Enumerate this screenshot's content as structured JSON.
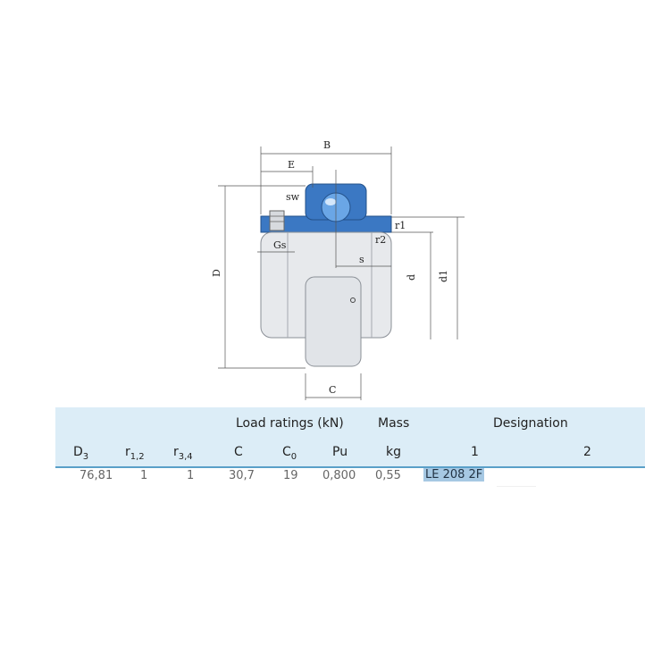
{
  "drawing": {
    "labels": {
      "B": "B",
      "E": "E",
      "sw": "sw",
      "r1": "r1",
      "r2": "r2",
      "Gs": "Gs",
      "s": "s",
      "d": "d",
      "d1": "d1",
      "D": "D",
      "C": "C"
    }
  },
  "table": {
    "group_headers": {
      "load_ratings": "Load ratings (kN)",
      "mass": "Mass",
      "designation": "Designation"
    },
    "columns": {
      "D3_base": "D",
      "D3_sub": "3",
      "r12_base": "r",
      "r12_sub": "1,2",
      "r34_base": "r",
      "r34_sub": "3,4",
      "C": "C",
      "C0_base": "C",
      "C0_sub": "0",
      "Pu": "Pu",
      "kg": "kg",
      "desig1": "1",
      "desig2": "2"
    },
    "row": {
      "D3": "76,81",
      "r12": "1",
      "r34": "1",
      "C": "30,7",
      "C0": "19",
      "Pu": "0,800",
      "kg": "0,55",
      "desig1": "LE 208 2F",
      "desig2": ""
    }
  }
}
